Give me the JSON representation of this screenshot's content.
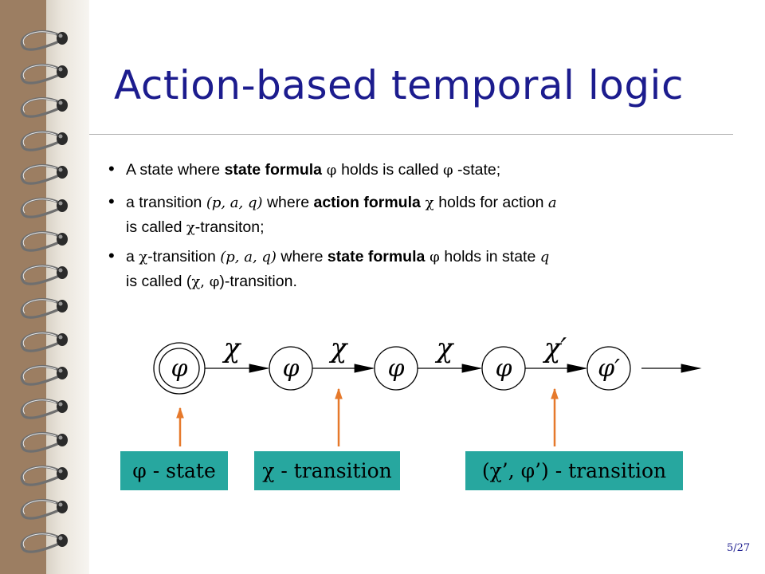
{
  "slide": {
    "title": "Action-based temporal logic",
    "page_number": "5/27"
  },
  "bullets": [
    {
      "s1": "A state where ",
      "b1": "state formula",
      "sym1": " φ ",
      "s2": "holds is called ",
      "sym2": "φ",
      "s3": " -state;"
    },
    {
      "s1": "a transition ",
      "math1": "(p, a, q)",
      "s2": " where ",
      "b1": "action formula",
      "sym1": " χ ",
      "s3": "holds for action ",
      "math2": "a",
      "s4": "is called ",
      "sym2": "χ",
      "s5": "-transiton;"
    },
    {
      "s1": "a ",
      "sym1": "χ",
      "s2": "-transition ",
      "math1": "(p, a, q)",
      "s3": " where ",
      "b1": "state formula",
      "sym2": " φ ",
      "s4": "holds in state ",
      "math2": "q",
      "s5": "is called (",
      "sym3": "χ, φ",
      "s6": ")-transition."
    }
  ],
  "diagram": {
    "states": [
      "φ",
      "φ",
      "φ",
      "φ",
      "φ′"
    ],
    "edges": [
      "χ",
      "χ",
      "χ",
      "χ′"
    ]
  },
  "labels": {
    "state": "φ - state",
    "transition": "χ - transition",
    "pair_transition": "(χ’, φ’) - transition"
  },
  "colors": {
    "title": "#1c1c8e",
    "label_box": "#27a79f",
    "pointer_arrow": "#e6792b",
    "spine": "#9c7e62"
  }
}
